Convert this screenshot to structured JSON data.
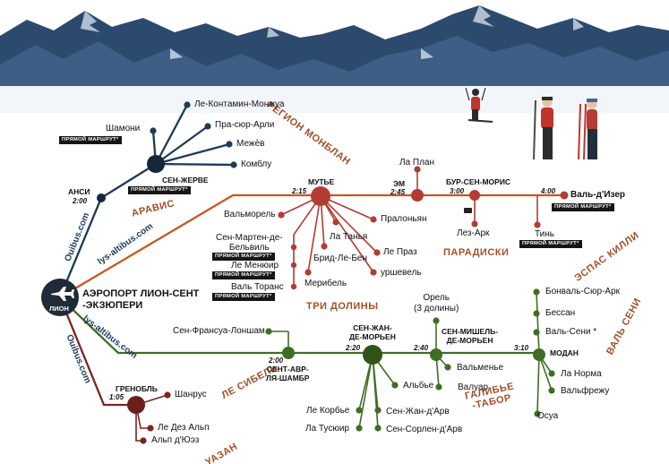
{
  "colors": {
    "sky": "#ffffff",
    "mountain": "#2c4a6e",
    "snow": "#f2f6fb",
    "route_green": "#3f6e22",
    "route_orange": "#c7571d",
    "route_red": "#b23c33",
    "route_maroon": "#7a2420",
    "route_navy": "#1d3a58",
    "node_dark": "#14283a",
    "region": "#a4502a",
    "badge_bg": "#161616"
  },
  "airport": {
    "title_line1": "АЭРОПОРТ ЛИОН-СЕНТ",
    "title_line2": "-ЭКЗЮПЕРИ",
    "icon_label": "ЛИОН"
  },
  "brands": {
    "ouibus_top": "Ouibus.com",
    "altibus_top": "lys-altibus.com",
    "altibus_bottom": "lys-altibus.com",
    "ouibus_bottom": "Ouibus.com"
  },
  "direct": "ПРЯМОЙ МАРШРУТ*",
  "regions": {
    "montblanc": "РЕГИОН МОНБЛАН",
    "aravis": "АРАВИС",
    "paradiski": "ПАРАДИСКИ",
    "killy": "ЭСПАС КИЛЛИ",
    "tri_doliny": "ТРИ ДОЛИНЫ",
    "sibel": "ЛЕ СИБЕЛЬ",
    "valsen": "ВАЛЬ СЕНИ",
    "galibier": "ГАЛИБЬЕ\n-ТАБОР",
    "oisans": "УАЗАН"
  },
  "hubs": {
    "ansi": {
      "name": "АНСИ",
      "time": "2:00"
    },
    "saint_gervais": {
      "name": "СЕН-ЖЕРВЕ"
    },
    "moutiers": {
      "name": "МУТЬЕ",
      "time": "2:15"
    },
    "aime": {
      "name": "ЭМ",
      "time": "2:45"
    },
    "bourg": {
      "name": "БУР-СЕН-МОРИС",
      "time": "3:00"
    },
    "valdisere": {
      "name": "Валь-д'Изер",
      "time": "4:00"
    },
    "chambery": {
      "name": "СЕНТ-АВР-\nЛЯ-ШАМБР",
      "time": "2:00"
    },
    "st_jean": {
      "name": "СЕН-ЖАН-\nДЕ-МОРЬЕН",
      "time": "2:20"
    },
    "st_michel": {
      "name": "СЕН-МИШЕЛЬ-\nДЕ-МОРЬЕН",
      "time": "2:40"
    },
    "modane": {
      "name": "МОДАН",
      "time": "3:10"
    },
    "grenoble": {
      "name": "ГРЕНОБЛЬ",
      "time": "1:05"
    }
  },
  "stations": {
    "chamonix": "Шамони",
    "contamines": "Ле-Контамин-Монжуа",
    "praz": "Пра-сюр-Арли",
    "megeve": "Межѐв",
    "combloux": "Комблу",
    "la_plagne": "Ла План",
    "les_arcs": "Лез-Арк",
    "tignes": "Тинь",
    "valmorel": "Вальморель",
    "st_martin": "Сен-Мартен-де-\nБельвиль",
    "menuires": "Ле Менюир",
    "val_thorens": "Валь Торанс",
    "la_tania": "Ла Танья",
    "brides": "Брид-Ле-Бен",
    "meribel": "Мерибель",
    "pralognan": "Пралоньян",
    "le_praz": "Ле Праз",
    "courchevel": "уршевель",
    "st_francois": "Сен-Франсуа-Лоншам",
    "le_corbier": "Ле Корбье",
    "la_toussuire": "Ла Тусюир",
    "st_jean_arves": "Сен-Жан-д'Арв",
    "st_sorlin": "Сен-Сорлен-д'Арв",
    "albiez": "Альбье",
    "orelle": "Орель\n(3 долины)",
    "valmeinier": "Вальменье",
    "valloire": "Валуар",
    "bonneval": "Бонваль-Сюр-Арк",
    "bessans": "Бессан",
    "val_cenis": "Валь-Сени *",
    "la_norma": "Ла Норма",
    "valfrejus": "Вальфрежу",
    "aussois": "Осуа",
    "chamrousse": "Шанрус",
    "les_2_alpes": "Ле Дез Альп",
    "alpe_huez": "Альп д'Юэз"
  }
}
